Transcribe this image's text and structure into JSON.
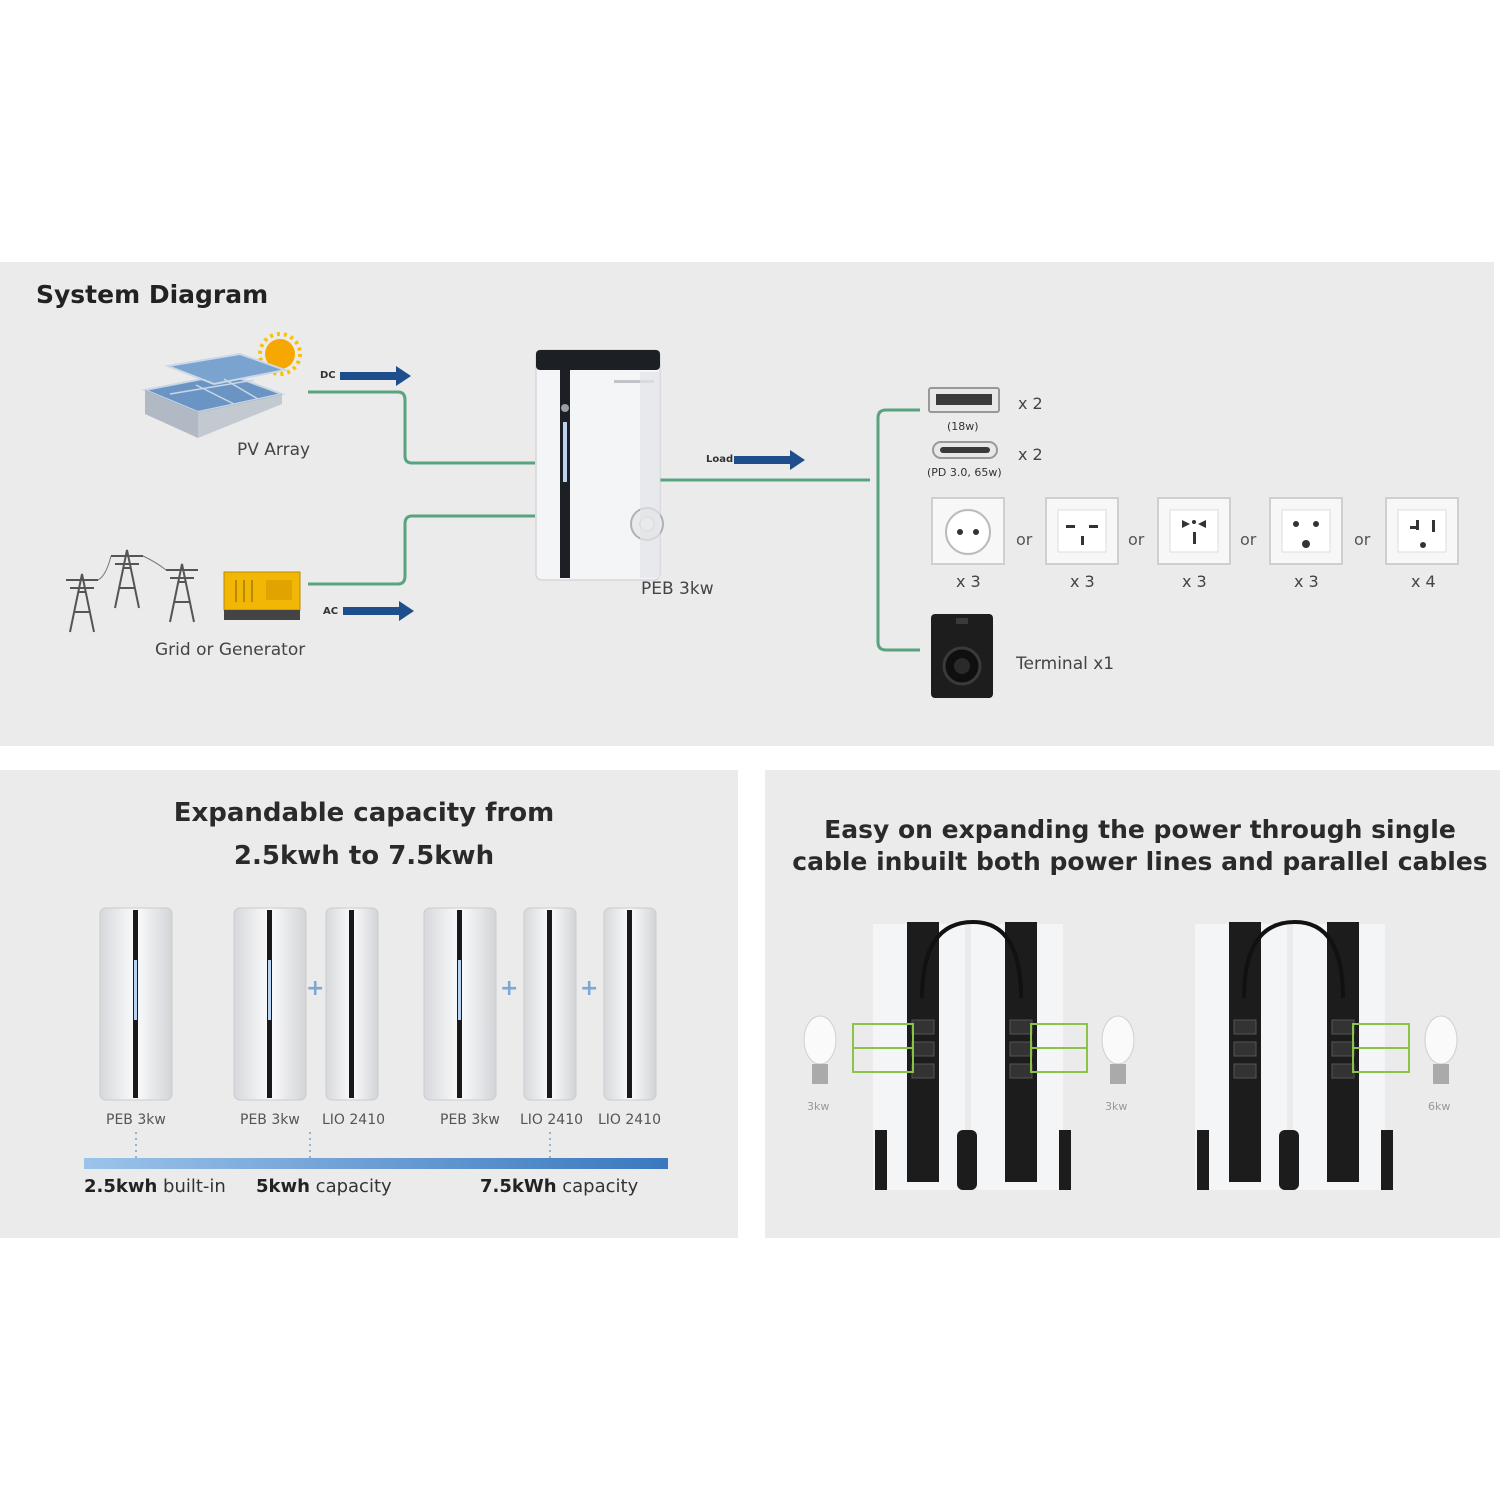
{
  "system_diagram": {
    "title": "System Diagram",
    "pv_label": "PV Array",
    "grid_label": "Grid or Generator",
    "dc_label": "DC",
    "ac_label": "AC",
    "load_label": "Load",
    "device_label": "PEB 3kw",
    "outputs": {
      "usb_a": {
        "count": "x 2",
        "note": "(18w)"
      },
      "usb_c": {
        "count": "x 2",
        "note": "(PD 3.0, 65w)"
      },
      "sockets": [
        {
          "count": "x 3",
          "icon": "eu-socket-icon"
        },
        {
          "count": "x 3",
          "icon": "uk-socket-icon"
        },
        {
          "count": "x 3",
          "icon": "universal-socket-icon"
        },
        {
          "count": "x 3",
          "icon": "in-socket-icon"
        },
        {
          "count": "x 4",
          "icon": "us-socket-icon"
        }
      ],
      "or_label": "or",
      "terminal_label": "Terminal x1"
    }
  },
  "capacity": {
    "title_line1": "Expandable capacity from",
    "title_line2": "2.5kwh to 7.5kwh",
    "units": [
      "PEB 3kw",
      "PEB 3kw",
      "LIO 2410",
      "PEB 3kw",
      "LIO 2410",
      "LIO 2410"
    ],
    "plus": "+",
    "footer": [
      {
        "bold": "2.5kwh",
        "rest": " built-in"
      },
      {
        "bold": "5kwh",
        "rest": " capacity"
      },
      {
        "bold": "7.5kWh",
        "rest": " capacity"
      }
    ]
  },
  "parallel": {
    "title_line1": "Easy on expanding the power through single",
    "title_line2": "cable inbuilt both power lines and parallel cables",
    "watts": [
      "3kw",
      "3kw",
      "6kw"
    ]
  },
  "colors": {
    "panel_bg": "#ebebeb",
    "line_green": "#5aa37f",
    "arrow_blue": "#1f4e8c",
    "capacity_bar": "#4a86c8"
  }
}
